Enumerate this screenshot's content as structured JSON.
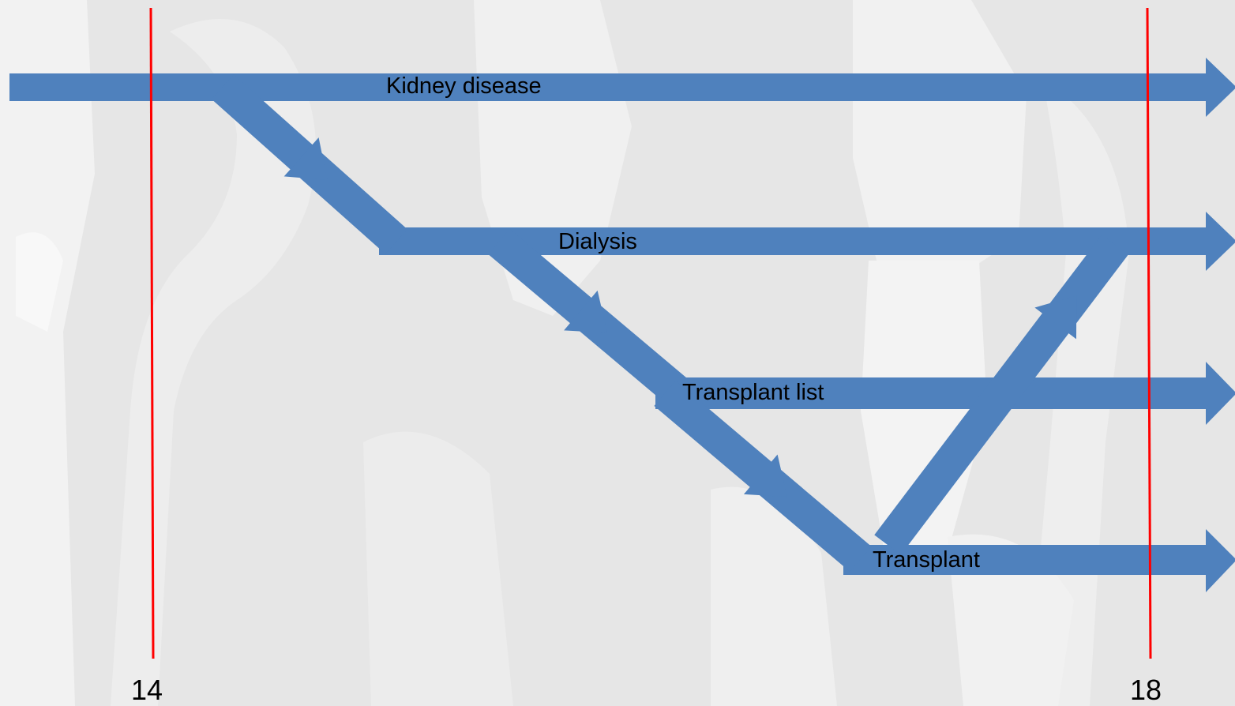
{
  "diagram": {
    "colors": {
      "background": "#e6e6e6",
      "texture": "#f7f7f7",
      "arrow": "#4f81bd",
      "marker_line": "#ff0000",
      "text": "#000000"
    },
    "stages": {
      "kidney_disease": "Kidney disease",
      "dialysis": "Dialysis",
      "transplant_list": "Transplant list",
      "transplant": "Transplant"
    },
    "age_markers": {
      "start": "14",
      "end": "18"
    }
  }
}
